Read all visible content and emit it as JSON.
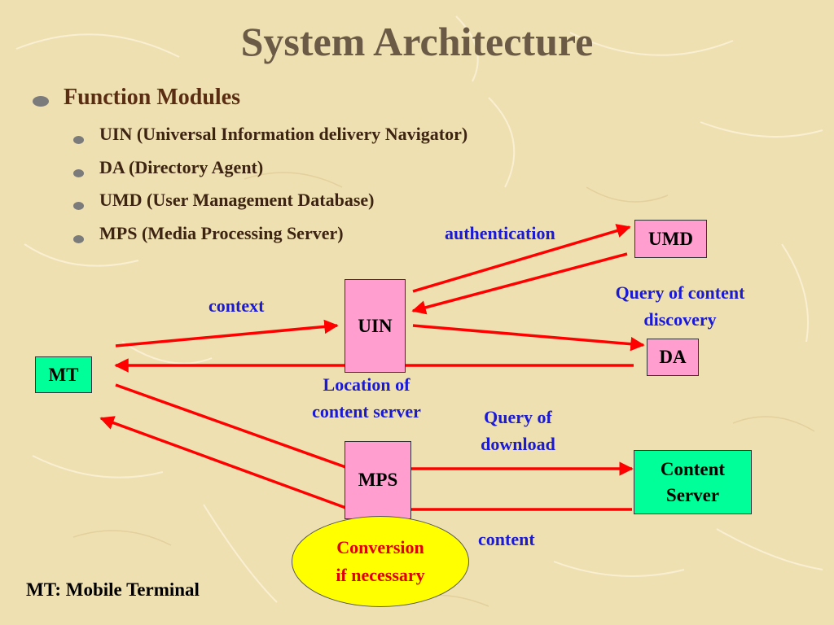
{
  "slide": {
    "title": "System Architecture",
    "bullet": "Function Modules",
    "sub_bullets": [
      "UIN (Universal Information delivery Navigator)",
      "DA (Directory Agent)",
      "UMD (User Management Database)",
      "MPS (Media Processing Server)"
    ],
    "footer": "MT: Mobile Terminal"
  },
  "diagram": {
    "nodes": {
      "umd": "UMD",
      "uin": "UIN",
      "da": "DA",
      "mt": "MT",
      "mps": "MPS",
      "content_server_line1": "Content",
      "content_server_line2": "Server",
      "conversion_line1": "Conversion",
      "conversion_line2": "if necessary"
    },
    "labels": {
      "authentication": "authentication",
      "context": "context",
      "query_discovery_line1": "Query of content",
      "query_discovery_line2": "discovery",
      "location_line1": "Location of",
      "location_line2": "content server",
      "query_download_line1": "Query of",
      "query_download_line2": "download",
      "content": "content"
    }
  },
  "colors": {
    "arrow": "#ff0000",
    "module_fill": "#ff9ecf",
    "terminal_fill": "#00ff99",
    "conversion_fill": "#ffff00",
    "label_text": "#1a1ad4",
    "conversion_text": "#e00000"
  }
}
